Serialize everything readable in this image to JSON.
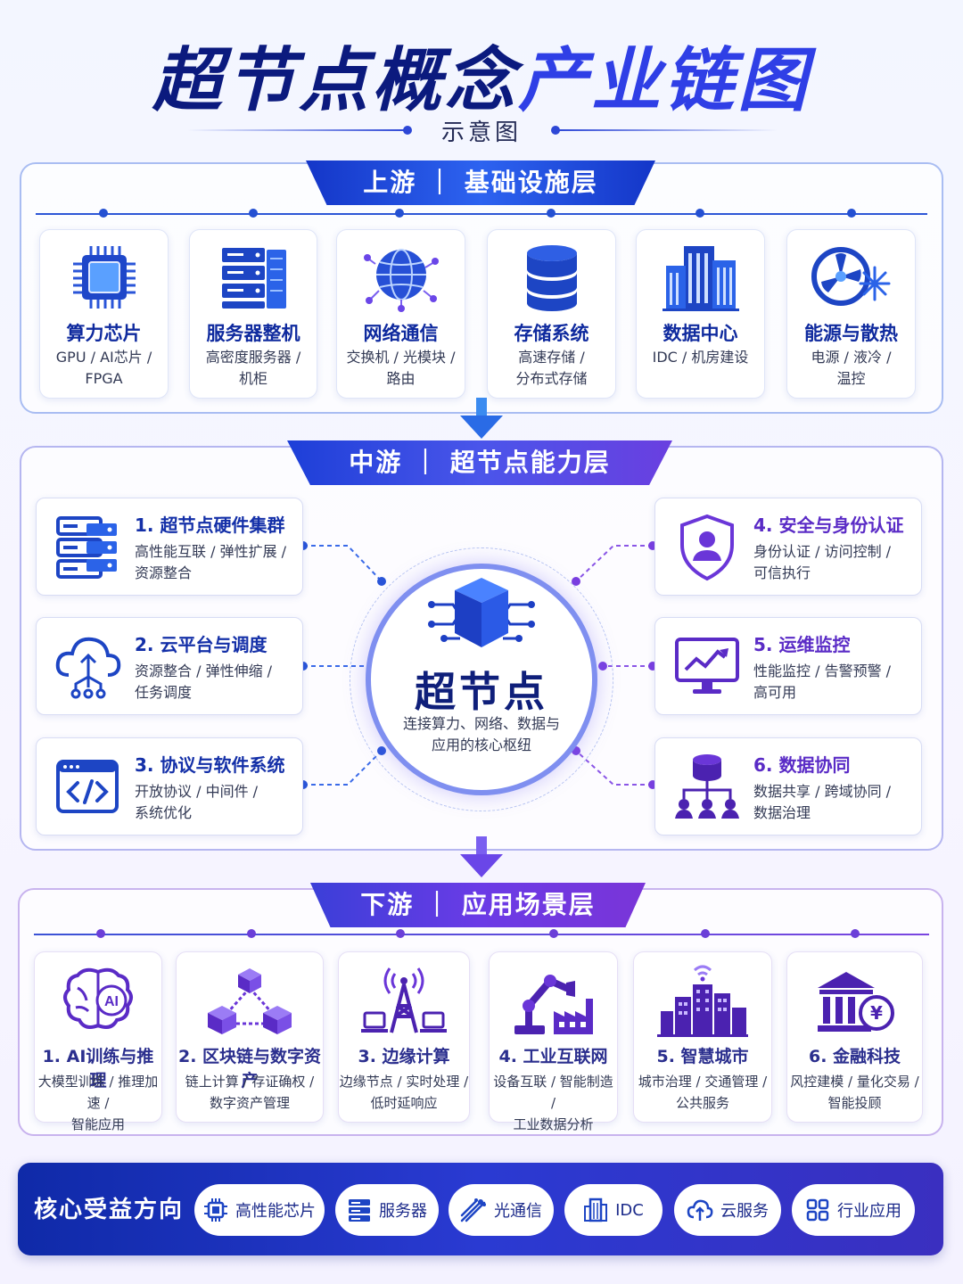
{
  "title": {
    "part1": "超节点概念",
    "part2": "产业链图"
  },
  "subtitle": "示意图",
  "upstream": {
    "tab": "上游 ｜ 基础设施层",
    "items": [
      {
        "title": "算力芯片",
        "desc1": "GPU / AI芯片 /",
        "desc2": "FPGA",
        "icon": "chip-icon"
      },
      {
        "title": "服务器整机",
        "desc1": "高密度服务器 /",
        "desc2": "机柜",
        "icon": "server-rack-icon"
      },
      {
        "title": "网络通信",
        "desc1": "交换机 / 光模块 /",
        "desc2": "路由",
        "icon": "globe-network-icon"
      },
      {
        "title": "存储系统",
        "desc1": "高速存储 /",
        "desc2": "分布式存储",
        "icon": "database-icon"
      },
      {
        "title": "数据中心",
        "desc1": "IDC / 机房建设",
        "desc2": "",
        "icon": "building-icon"
      },
      {
        "title": "能源与散热",
        "desc1": "电源 / 液冷 /",
        "desc2": "温控",
        "icon": "fan-snowflake-icon"
      }
    ]
  },
  "midstream": {
    "tab": "中游 ｜ 超节点能力层",
    "hub_title": "超节点",
    "hub_desc1": "连接算力、网络、数据与",
    "hub_desc2": "应用的核心枢纽",
    "left": [
      {
        "title": "1. 超节点硬件集群",
        "desc1": "高性能互联 / 弹性扩展 /",
        "desc2": "资源整合"
      },
      {
        "title": "2. 云平台与调度",
        "desc1": "资源整合 / 弹性伸缩 /",
        "desc2": "任务调度"
      },
      {
        "title": "3. 协议与软件系统",
        "desc1": "开放协议 / 中间件 /",
        "desc2": "系统优化"
      }
    ],
    "right": [
      {
        "title": "4. 安全与身份认证",
        "desc1": "身份认证 / 访问控制 /",
        "desc2": "可信执行"
      },
      {
        "title": "5. 运维监控",
        "desc1": "性能监控 / 告警预警 /",
        "desc2": "高可用"
      },
      {
        "title": "6. 数据协同",
        "desc1": "数据共享 / 跨域协同 /",
        "desc2": "数据治理"
      }
    ]
  },
  "downstream": {
    "tab": "下游 ｜ 应用场景层",
    "items": [
      {
        "title": "1. AI训练与推理",
        "desc1": "大模型训练 / 推理加速 /",
        "desc2": "智能应用"
      },
      {
        "title": "2. 区块链与数字资产",
        "desc1": "链上计算 / 存证确权 /",
        "desc2": "数字资产管理"
      },
      {
        "title": "3. 边缘计算",
        "desc1": "边缘节点 / 实时处理 /",
        "desc2": "低时延响应"
      },
      {
        "title": "4. 工业互联网",
        "desc1": "设备互联 / 智能制造 /",
        "desc2": "工业数据分析"
      },
      {
        "title": "5. 智慧城市",
        "desc1": "城市治理 / 交通管理 /",
        "desc2": "公共服务"
      },
      {
        "title": "6. 金融科技",
        "desc1": "风控建模 / 量化交易 /",
        "desc2": "智能投顾"
      }
    ]
  },
  "benefits": {
    "title": "核心受益方向",
    "items": [
      "高性能芯片",
      "服务器",
      "光通信",
      "IDC",
      "云服务",
      "行业应用"
    ]
  },
  "colors": {
    "primary": "#1436c8",
    "purple": "#6a3be6",
    "dark": "#0f1f7a"
  }
}
